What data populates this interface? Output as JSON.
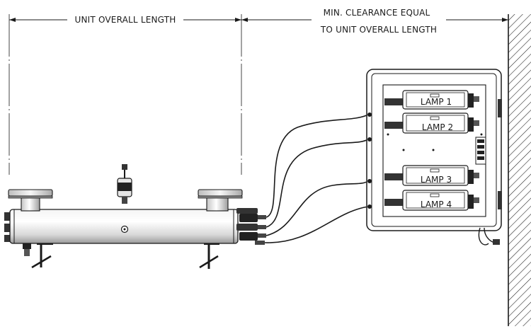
{
  "dimensions": {
    "unit_length_label": "UNIT OVERALL LENGTH",
    "clearance_label_line1": "MIN. CLEARANCE EQUAL",
    "clearance_label_line2": "TO UNIT OVERALL LENGTH"
  },
  "panel": {
    "lamps": [
      {
        "label": "LAMP 1"
      },
      {
        "label": "LAMP 2"
      },
      {
        "label": "LAMP 3"
      },
      {
        "label": "LAMP 4"
      }
    ]
  },
  "colors": {
    "line": "#1a1a1a",
    "fill": "#ffffff",
    "shade": "#c8c8c8"
  }
}
